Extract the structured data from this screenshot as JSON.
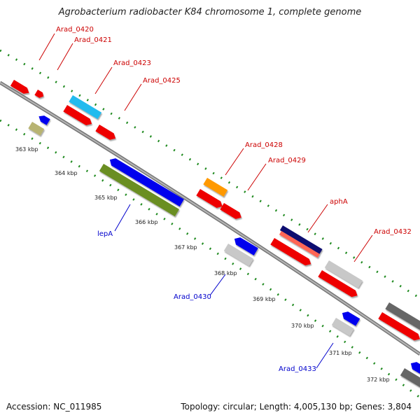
{
  "title": "Agrobacterium radiobacter K84 chromosome 1, complete genome",
  "footer": {
    "accession": "Accession: NC_011985",
    "summary": "Topology: circular; Length: 4,005,130 bp; Genes: 3,804"
  },
  "colors": {
    "backbone": "#8c8c8c",
    "dots": "#1f8a1f",
    "label_red": "#cc0000",
    "label_blue": "#0000cc",
    "red": "#ee0000",
    "cyan": "#22bbee",
    "orange": "#ff9900",
    "navy": "#0a0a70",
    "salmon": "#ff6655",
    "olive": "#6b8e23",
    "khaki": "#b8b472",
    "blue": "#0000ee",
    "silver": "#c8c8c8",
    "gray": "#666666"
  },
  "ticks": [
    "363 kbp",
    "364 kbp",
    "365 kbp",
    "366 kbp",
    "367 kbp",
    "368 kbp",
    "369 kbp",
    "370 kbp",
    "371 kbp",
    "372 kbp"
  ],
  "gene_labels": [
    {
      "name": "Arad_0420",
      "color": "red"
    },
    {
      "name": "Arad_0421",
      "color": "red"
    },
    {
      "name": "Arad_0423",
      "color": "red"
    },
    {
      "name": "Arad_0425",
      "color": "red"
    },
    {
      "name": "Arad_0428",
      "color": "red"
    },
    {
      "name": "Arad_0429",
      "color": "red"
    },
    {
      "name": "aphA",
      "color": "red"
    },
    {
      "name": "Arad_0432",
      "color": "red"
    },
    {
      "name": "lepA",
      "color": "blue"
    },
    {
      "name": "Arad_0430",
      "color": "blue"
    },
    {
      "name": "Arad_0433",
      "color": "blue"
    }
  ]
}
